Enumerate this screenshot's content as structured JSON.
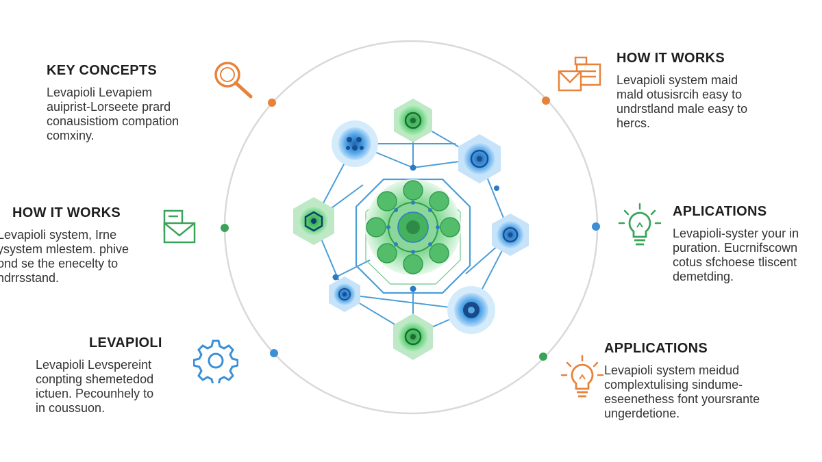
{
  "sections": {
    "key_concepts": {
      "title": "KEY CONCEPTS",
      "lines": [
        "Levapioli Levapiem",
        "auiprist-Lorseete prard",
        "conausistiom compation",
        "comxiny."
      ],
      "icon": "magnifier-icon",
      "color": "#e8823a"
    },
    "how_it_works_top": {
      "title": "HOW IT WORKS",
      "lines": [
        "Levapioli system maid",
        "mald otusisrcih easy to",
        "undrstland male easy to",
        "hercs."
      ],
      "icon": "envelope-document-icon",
      "color": "#e8823a"
    },
    "how_it_works_left": {
      "title": "HOW IT WORKS",
      "lines": [
        "Levapioli system, Irne",
        "ysystem mlestem. phive",
        "ond se the enecelty to",
        "ndrrsstand."
      ],
      "icon": "clipboard-envelope-icon",
      "color": "#3aa35a"
    },
    "aplications_right": {
      "title": "APLICATIONS",
      "lines": [
        "Levapioli-syster your in",
        "puration. Eucrnifscown",
        "cotus sfchoese tliscent",
        "demetding."
      ],
      "icon": "lightbulb-icon",
      "color": "#3aa35a"
    },
    "levapioli": {
      "title": "LEVAPIOLI",
      "lines": [
        "Levapioli Levspereint",
        "conpting shemetedod",
        "ictuen. Pecounhely to",
        "in coussuon."
      ],
      "icon": "gear-icon",
      "color": "#3b8fd6"
    },
    "applications_bottom": {
      "title": "APPLICATIONS",
      "lines": [
        "Levapioli system meidud",
        "complextulising sindume-",
        "eseenethess font yoursrante",
        "ungerdetione."
      ],
      "icon": "lightbulb-icon",
      "color": "#e8823a"
    }
  },
  "colors": {
    "ring": "#d8d8d8",
    "network_line": "#4a9ed8",
    "green_node": "#4cc46a",
    "blue_node": "#3b94e0",
    "dot_orange": "#e8823a",
    "dot_green": "#3aa35a",
    "dot_blue": "#3b8fd6"
  }
}
